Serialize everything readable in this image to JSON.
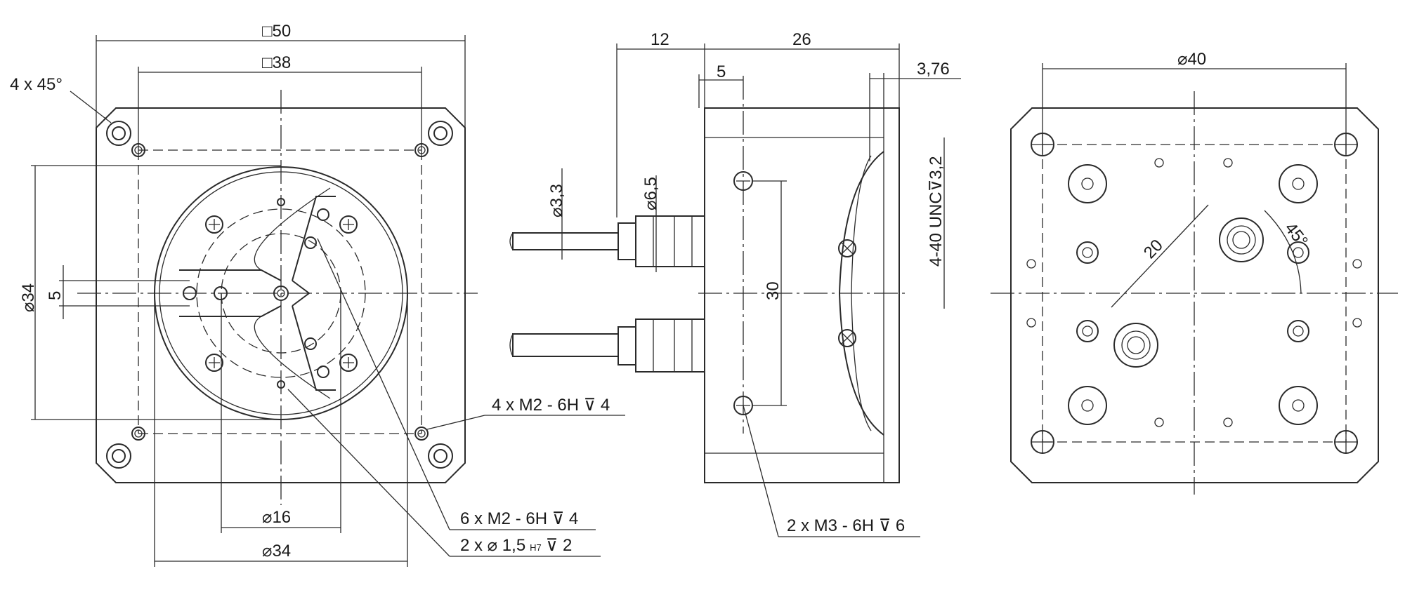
{
  "front_view": {
    "dim_square_outer": "□50",
    "dim_square_inner": "□38",
    "chamfer": "4 x 45°",
    "dim_diameter_body": "⌀34",
    "dim_offset": "5",
    "dim_diameter_16": "⌀16",
    "dim_diameter_34": "⌀34",
    "callout_mounting": "4 x M2 - 6H ⊽ 4",
    "callout_top_threads": "6 x M2 - 6H ⊽ 4",
    "callout_pin_holes": "2 x ⌀ 1,5",
    "callout_pin_tol": "H7",
    "callout_pin_depth": "⊽ 2"
  },
  "side_view": {
    "dim_connector_length": "12",
    "dim_body_length": "26",
    "dim_hole_offset": "5",
    "dim_flange": "3,76",
    "dim_cable_small": "⌀3,3",
    "dim_cable_large": "⌀6,5",
    "dim_hole_spacing": "30",
    "callout_unc": "4-40 UNC⊽3,2",
    "callout_side_threads": "2 x M3 - 6H ⊽ 6"
  },
  "rear_view": {
    "dim_bolt_circle": "⌀40",
    "dim_connector_spacing": "20",
    "angle": "45°"
  }
}
